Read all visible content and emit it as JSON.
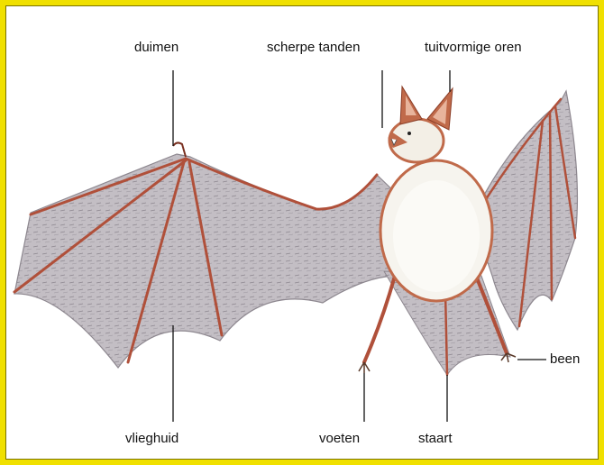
{
  "labels": {
    "duimen": "duimen",
    "scherpe_tanden": "scherpe tanden",
    "tuitvormige_oren": "tuitvormige oren",
    "been": "been",
    "vlieghuid": "vlieghuid",
    "voeten": "voeten",
    "staart": "staart"
  },
  "colors": {
    "frame": "#f0e000",
    "membrane": "#bdb8be",
    "bone": "#b0503a",
    "fur": "#f6f4ee",
    "fur_brown": "#c06a4a"
  }
}
